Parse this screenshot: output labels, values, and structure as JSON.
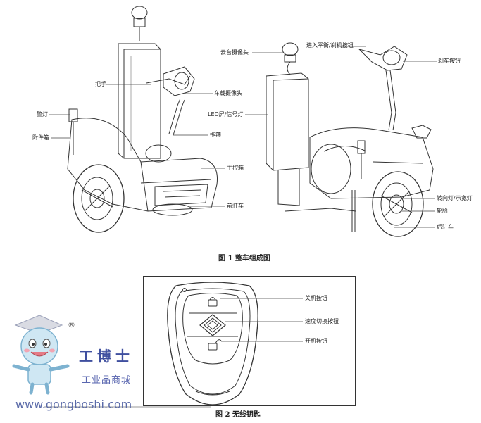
{
  "figure1": {
    "caption": "图 1 整车组成图",
    "labels": {
      "handle": "把手",
      "warning_light": "警灯",
      "accessory_box": "附件箱",
      "vehicle_camera": "车载摄像头",
      "belt": "拖箍",
      "main_control_box": "主控箱",
      "front_parking": "前驻车",
      "pan_tilt_camera": "云台摄像头",
      "led_screen": "LED屏/信号灯",
      "balance_button": "进入平衡/刹机按钮",
      "brake_button": "刹车按钮",
      "turn_signal": "转向灯/示宽灯",
      "tire": "轮胎",
      "rear_parking": "后驻车"
    }
  },
  "figure2": {
    "caption": "图 2 无线钥匙",
    "labels": {
      "power_off": "关机按钮",
      "speed_switch": "速度切换按钮",
      "power_on": "开机按钮"
    }
  },
  "watermark": {
    "registered": "®",
    "brand": "工博士",
    "subtitle": "工业品商城",
    "url": "www.gongboshi.com"
  }
}
